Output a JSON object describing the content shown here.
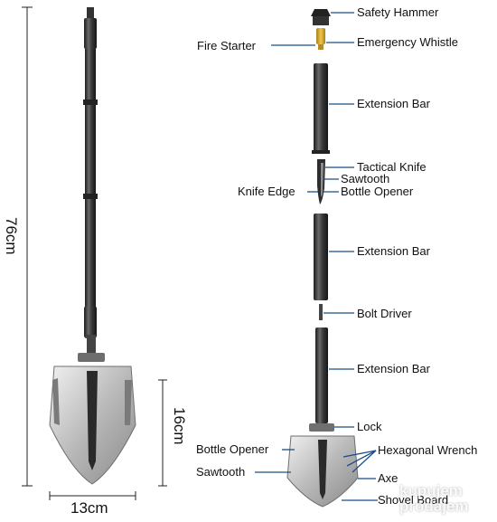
{
  "dimensions": {
    "height_total": "76cm",
    "blade_height": "16cm",
    "blade_width": "13cm"
  },
  "labels": {
    "safety_hammer": "Safety Hammer",
    "fire_starter": "Fire Starter",
    "emergency_whistle": "Emergency Whistle",
    "extension_bar_1": "Extension Bar",
    "tactical_knife": "Tactical Knife",
    "sawtooth_top": "Sawtooth",
    "knife_edge": "Knife Edge",
    "bottle_opener_top": "Bottle Opener",
    "extension_bar_2": "Extension Bar",
    "bolt_driver": "Bolt Driver",
    "extension_bar_3": "Extension Bar",
    "lock": "Lock",
    "bottle_opener_bottom": "Bottle Opener",
    "hexagonal_wrench": "Hexagonal Wrench",
    "sawtooth_bottom": "Sawtooth",
    "axe": "Axe",
    "shovel_board": "Shovel Board"
  },
  "watermark": {
    "line1": "kupujem",
    "line2": "prodajem"
  },
  "colors": {
    "line": "#1a4f8a",
    "metal_dark": "#2b2b2b",
    "metal_light": "#c9c9c9"
  }
}
